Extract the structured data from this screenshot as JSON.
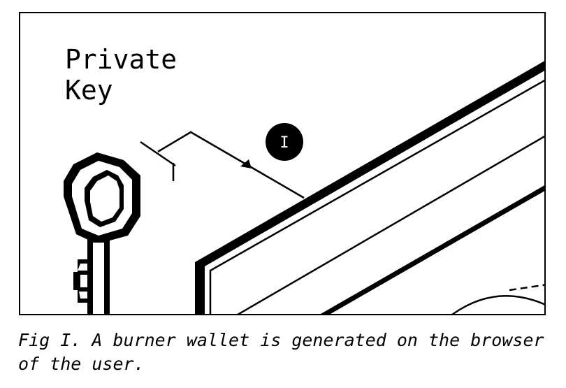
{
  "figure": {
    "label": "Private\nKey",
    "step_marker": "I",
    "colors": {
      "ink": "#000000",
      "paper": "#ffffff"
    },
    "icons": [
      "key-icon",
      "device-screen-icon",
      "arrow-icon"
    ]
  },
  "caption": {
    "text": "Fig I. A burner wallet is generated on the browser of the user."
  }
}
